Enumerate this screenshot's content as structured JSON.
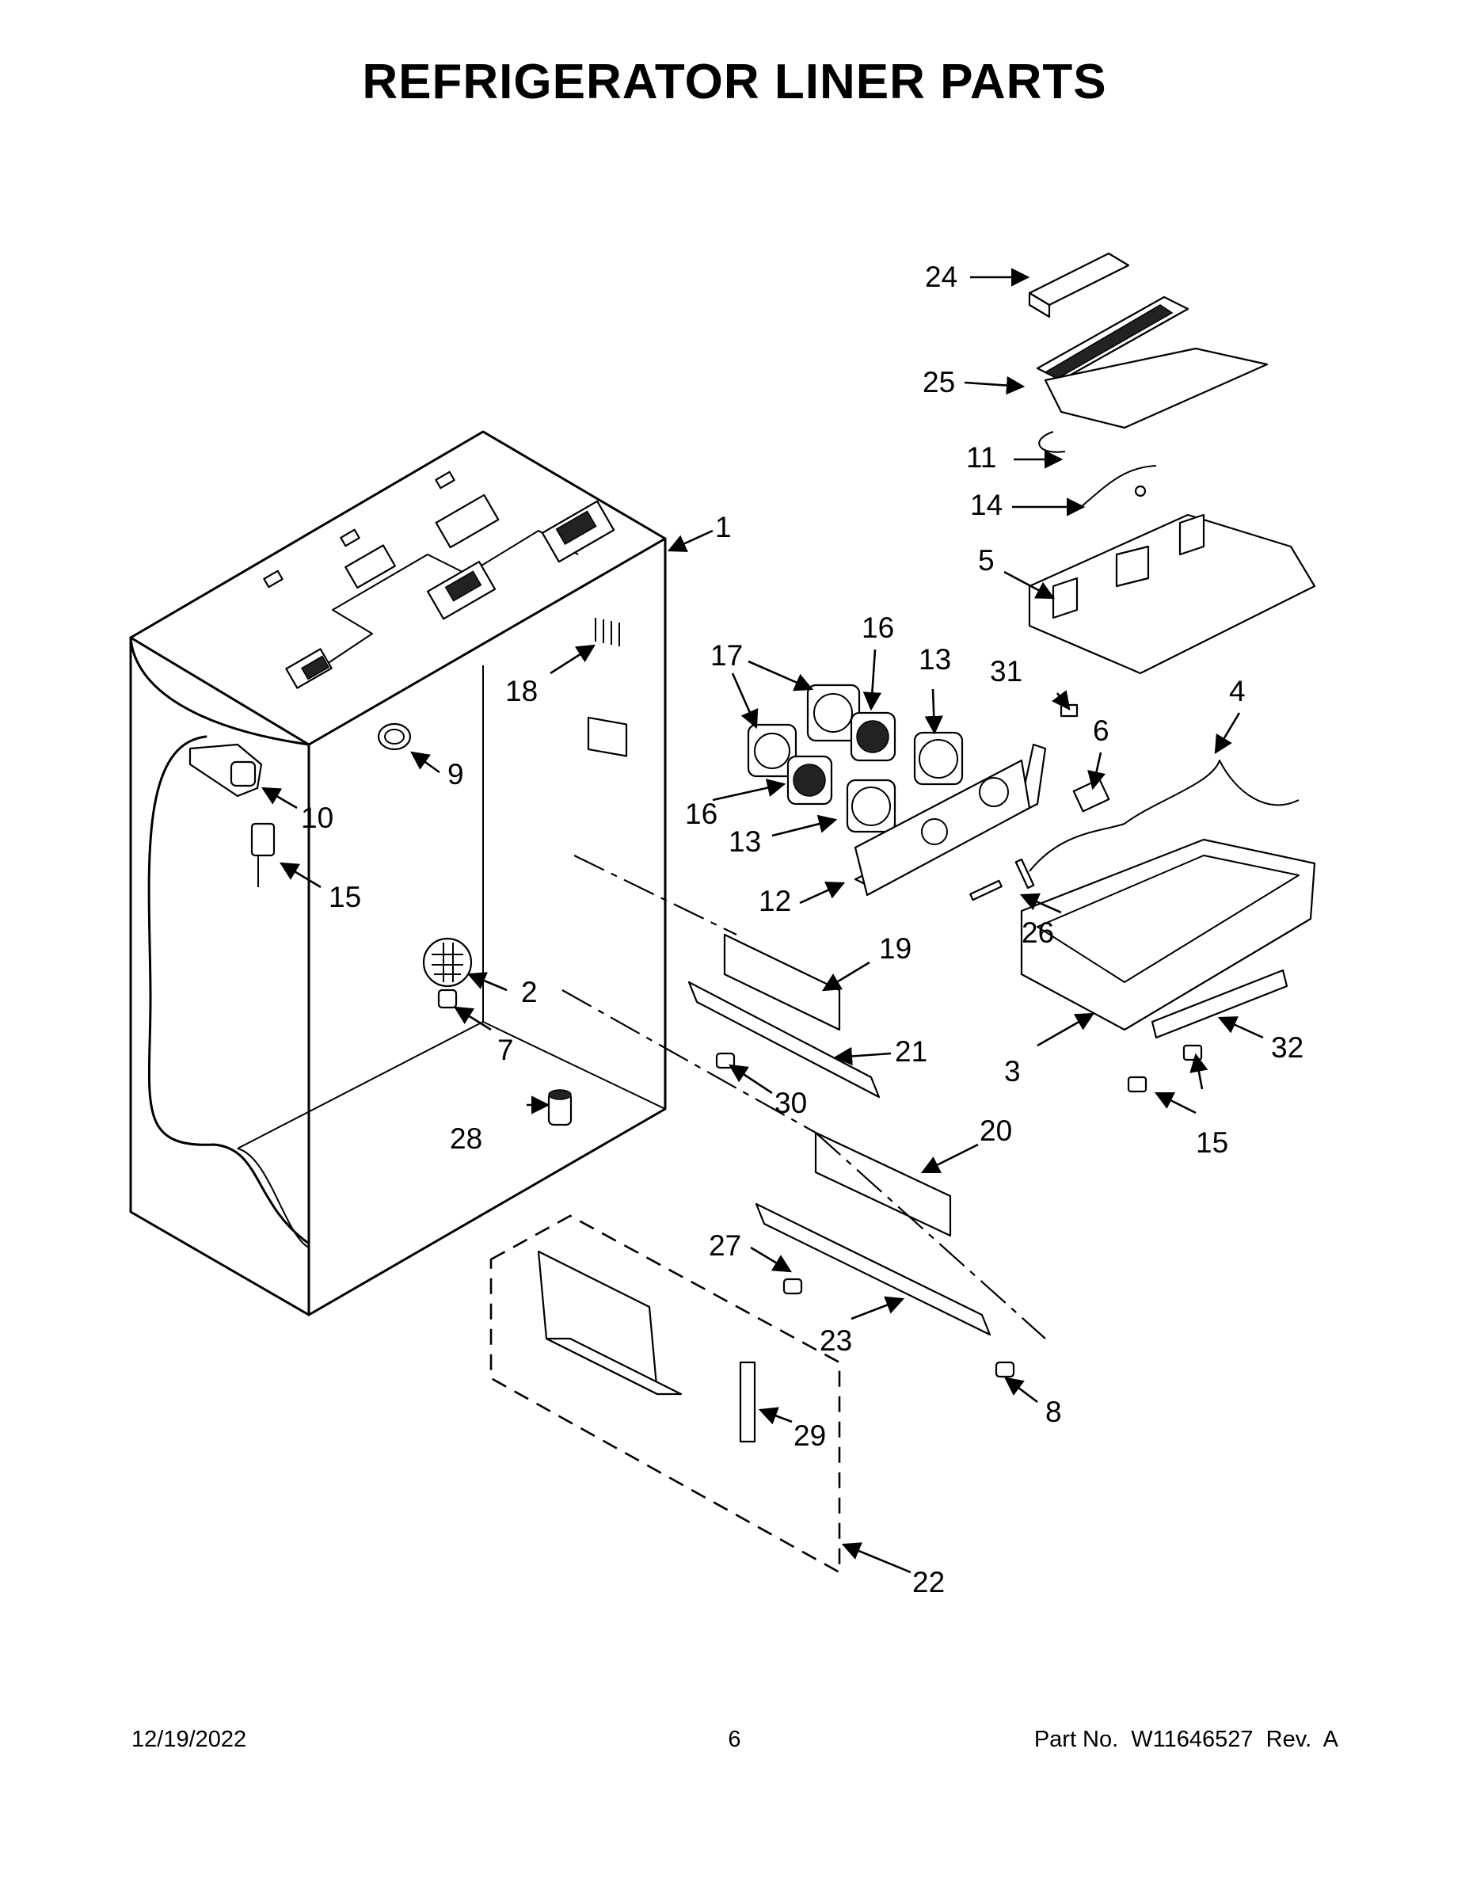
{
  "title": "REFRIGERATOR LINER PARTS",
  "footer": {
    "date": "12/19/2022",
    "page": "6",
    "part_no": "Part No.  W11646527  Rev.  A"
  },
  "callouts": [
    "1",
    "2",
    "3",
    "4",
    "5",
    "6",
    "7",
    "8",
    "9",
    "10",
    "11",
    "12",
    "13",
    "13",
    "14",
    "15",
    "15",
    "16",
    "16",
    "17",
    "18",
    "19",
    "20",
    "21",
    "22",
    "23",
    "24",
    "25",
    "26",
    "27",
    "28",
    "29",
    "30",
    "31",
    "32"
  ]
}
